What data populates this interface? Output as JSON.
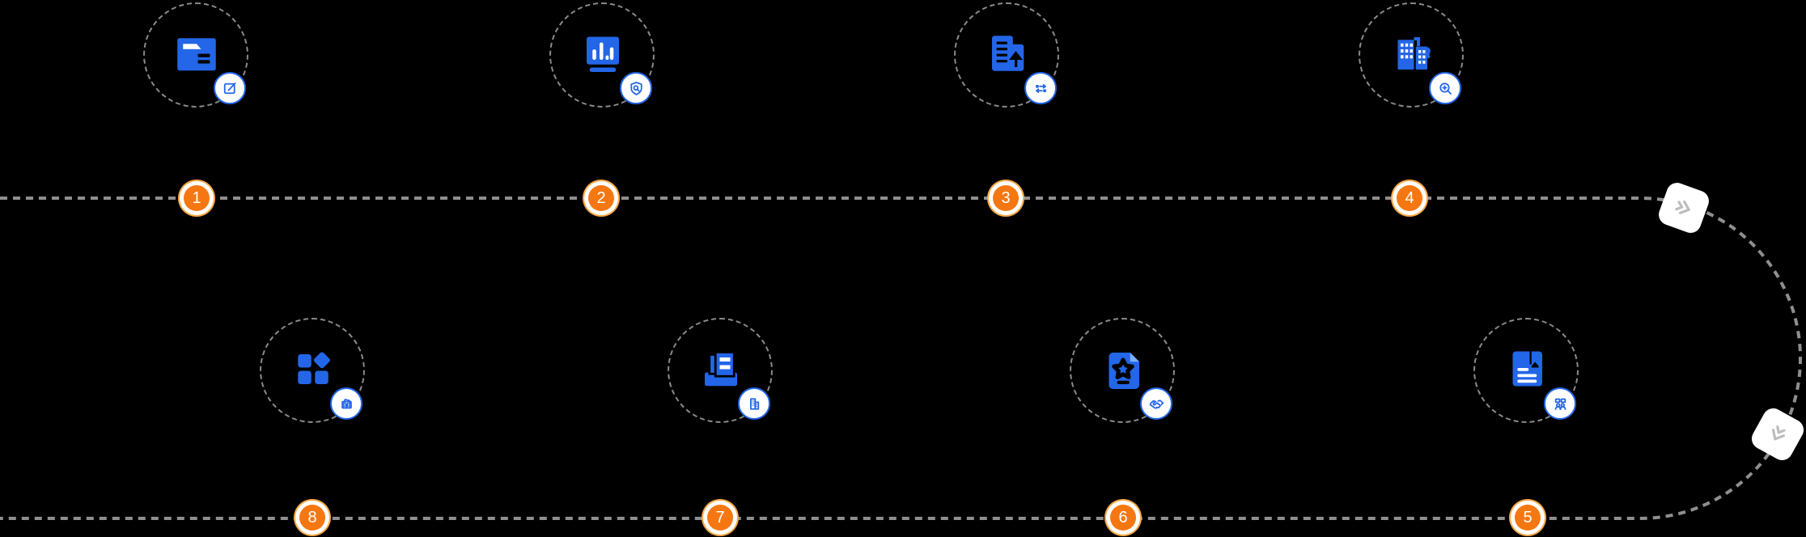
{
  "diagram": {
    "type": "process-flow-timeline",
    "background": "#000000",
    "palette": {
      "icon_blue": "#2366E8",
      "icon_blue_light": "#7EAEF6",
      "marker_orange": "#F57712",
      "marker_orange_ring": "#F9A845",
      "dash_gray": "#8F8F8F",
      "chevron_gray": "#BDBDBD",
      "white": "#FFFFFF"
    },
    "path": {
      "description": "two horizontal dashed lines joined by a right-side semicircular curve",
      "style": "dashed"
    },
    "steps": [
      {
        "number": "1",
        "icon": "folder-edit-icon",
        "badge_icon": "edit-square-icon"
      },
      {
        "number": "2",
        "icon": "bar-chart-board-icon",
        "badge_icon": "shield-search-icon"
      },
      {
        "number": "3",
        "icon": "document-upload-icon",
        "badge_icon": "exchange-arrows-icon"
      },
      {
        "number": "4",
        "icon": "buildings-icon",
        "badge_icon": "zoom-in-icon"
      },
      {
        "number": "5",
        "icon": "notebook-icon",
        "badge_icon": "group-discussion-icon"
      },
      {
        "number": "6",
        "icon": "certificate-star-icon",
        "badge_icon": "handshake-icon"
      },
      {
        "number": "7",
        "icon": "archive-documents-icon",
        "badge_icon": "building-icon"
      },
      {
        "number": "8",
        "icon": "app-grid-icon",
        "badge_icon": "payment-voucher-icon"
      }
    ],
    "arrows": [
      {
        "icon": "double-chevron-forward-icon",
        "position": "top-right-curve"
      },
      {
        "icon": "double-chevron-return-icon",
        "position": "bottom-right-curve"
      }
    ]
  }
}
